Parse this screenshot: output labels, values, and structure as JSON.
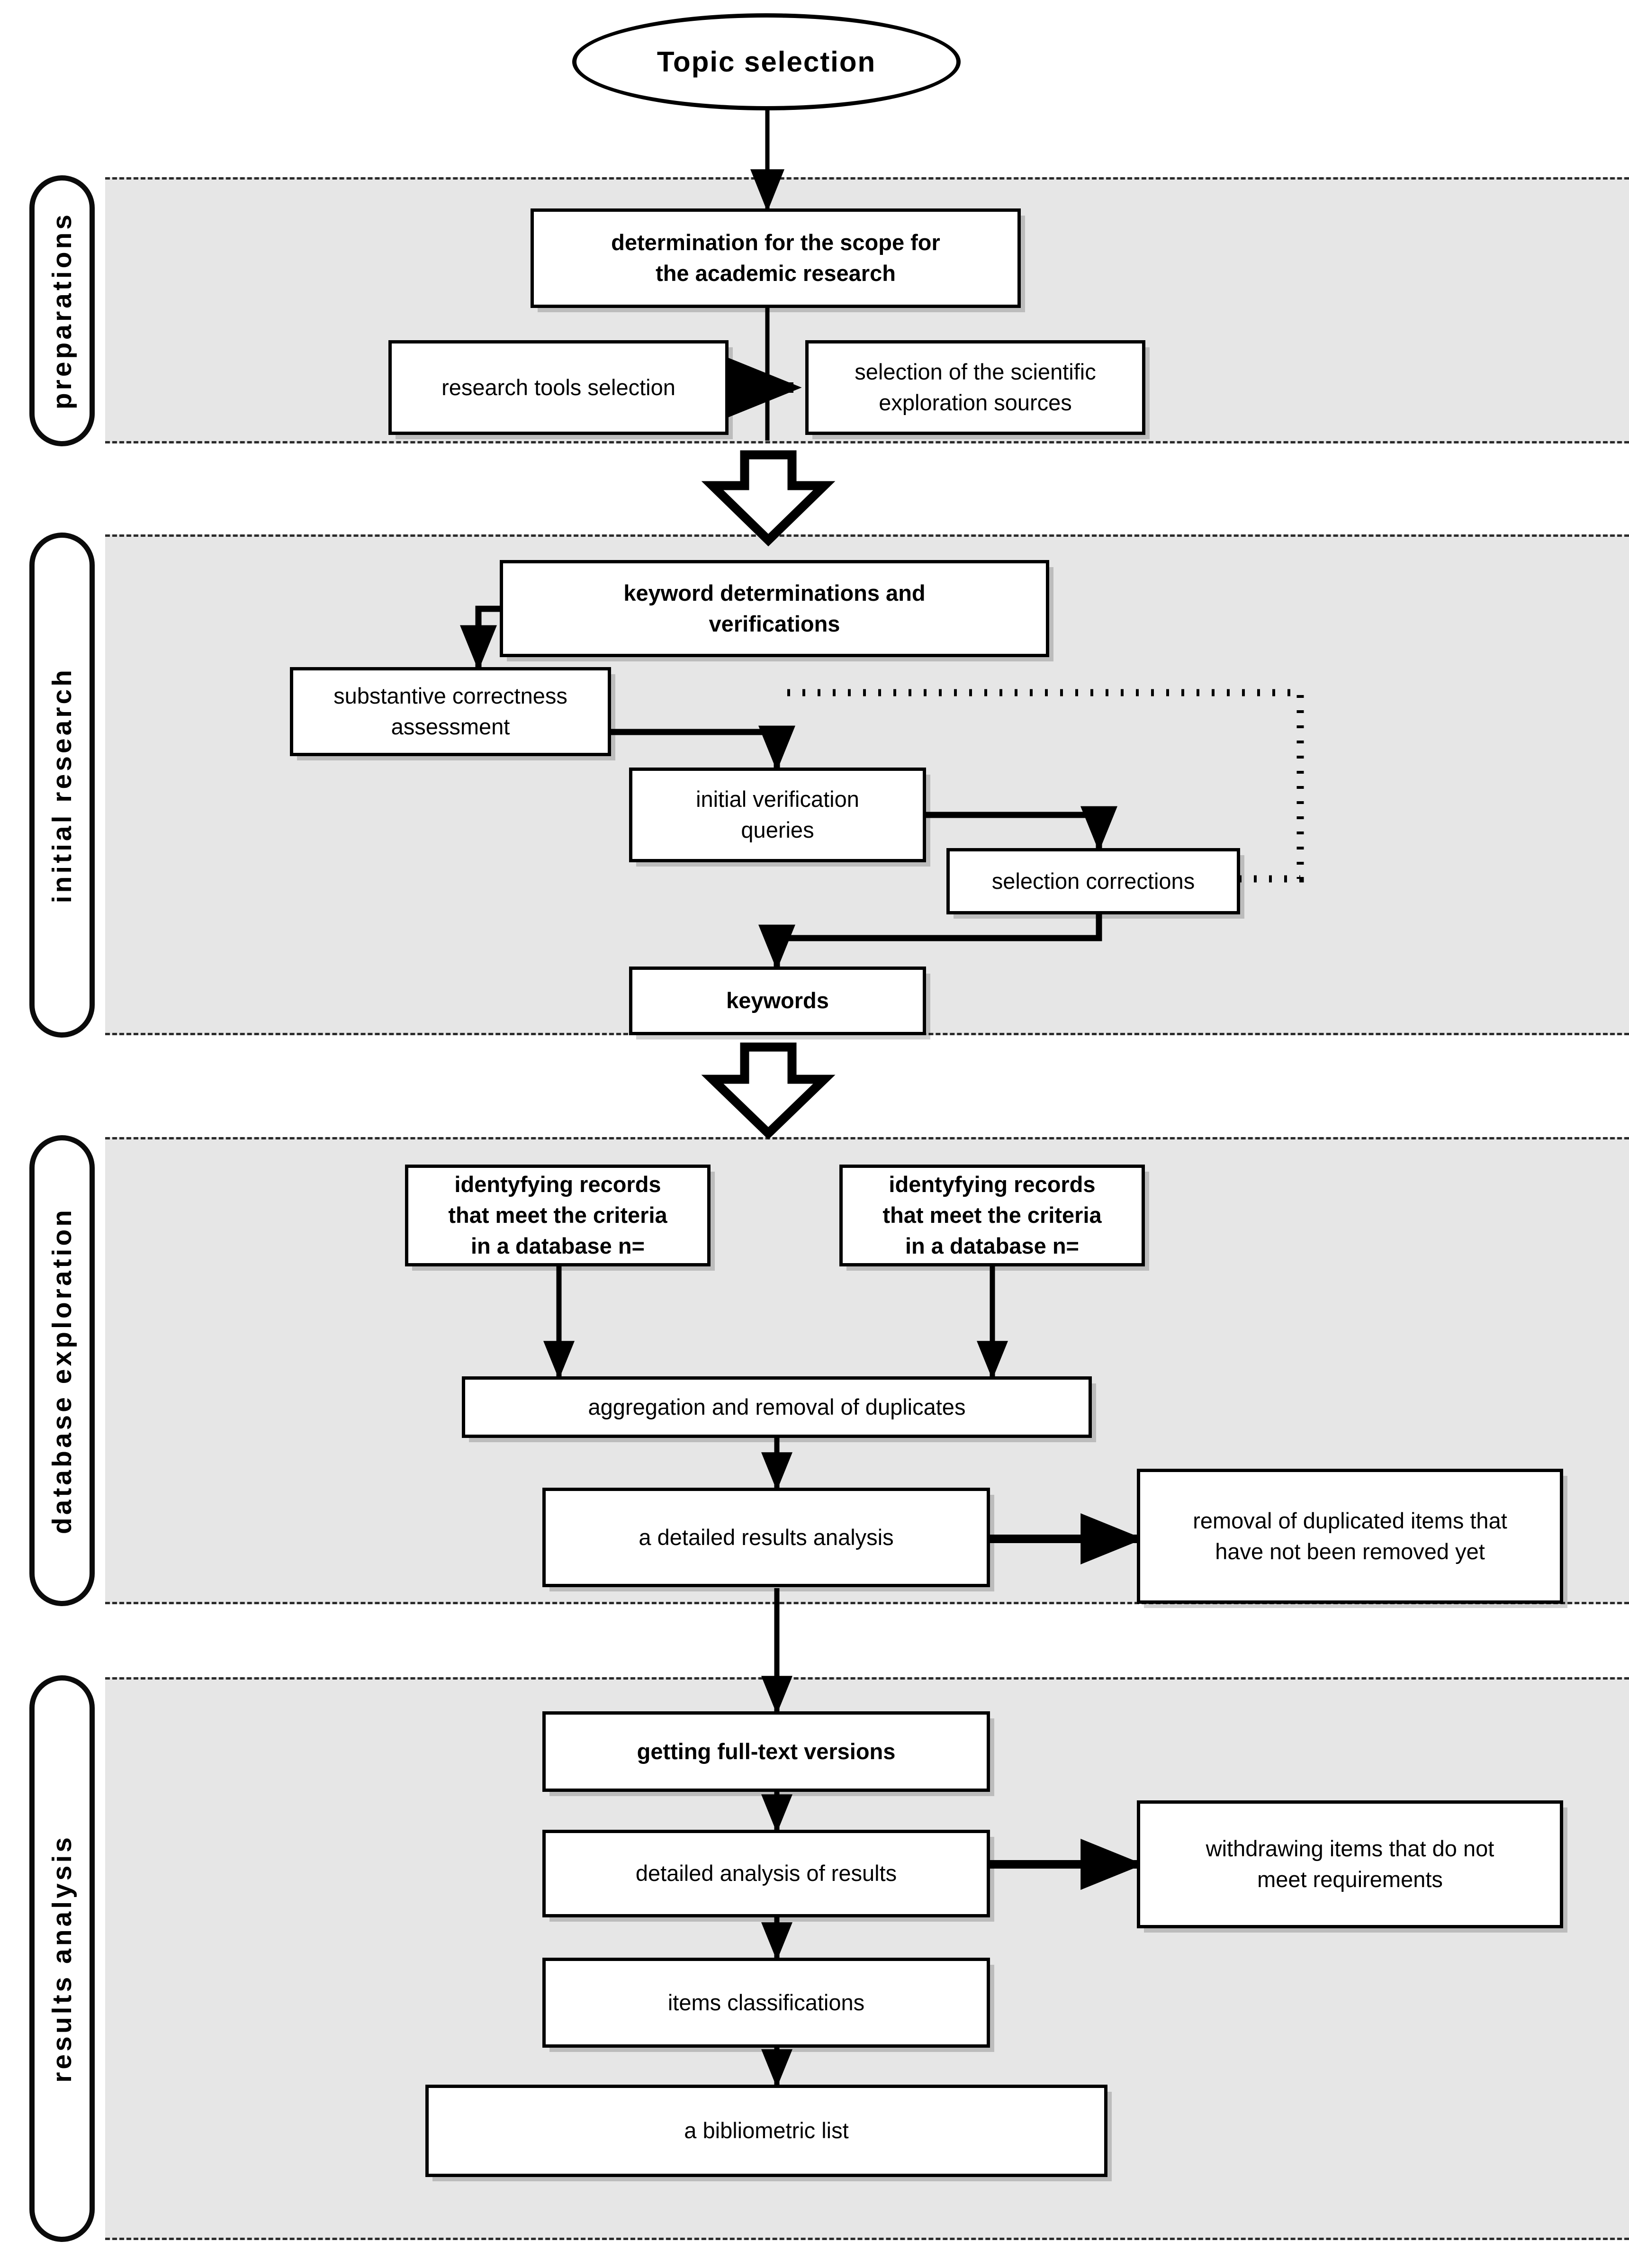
{
  "diagram": {
    "title": "Topic selection",
    "start_node": {
      "label": "Topic selection"
    },
    "lanes": [
      {
        "id": "preparations",
        "label": "preparations"
      },
      {
        "id": "initial-research",
        "label": "initial research"
      },
      {
        "id": "database-exploration",
        "label": "database exploration"
      },
      {
        "id": "results-analysis",
        "label": "results analysis"
      }
    ],
    "nodes": {
      "scope": "determination for the scope for the academic research",
      "scope_line1": "determination for the scope for",
      "scope_line2": "the academic research",
      "research_tools": "research tools selection",
      "exploration_sources_line1": "selection of the scientific",
      "exploration_sources_line2": "exploration sources",
      "keyword_determination_line1": "keyword determinations and",
      "keyword_determination_line2": "verifications",
      "substantive_line1": "substantive correctness",
      "substantive_line2": "assessment",
      "initial_queries_line1": "initial verification",
      "initial_queries_line2": "queries",
      "selection_corrections": "selection corrections",
      "keywords": "keywords",
      "identify_db1_line1": "identyfying records",
      "identify_db1_line2": "that meet the criteria",
      "identify_db1_line3": "in a database n=",
      "identify_db2_line1": "identyfying records",
      "identify_db2_line2": "that meet the criteria",
      "identify_db2_line3": "in a database n=",
      "aggregation": "aggregation and removal of duplicates",
      "detailed_results_analysis": "a detailed results analysis",
      "removal_dupes_line1": "removal of duplicated items that",
      "removal_dupes_line2": "have not been removed yet",
      "full_text": "getting full-text versions",
      "detailed_analysis": "detailed analysis of results",
      "withdrawing_line1": "withdrawing items that do not",
      "withdrawing_line2": "meet requirements",
      "items_classifications": "items classifications",
      "bibliometric_list": "a bibliometric list"
    },
    "colors": {
      "band_fill": "#e6e6e6",
      "stroke": "#000000",
      "page_bg": "#ffffff"
    }
  }
}
